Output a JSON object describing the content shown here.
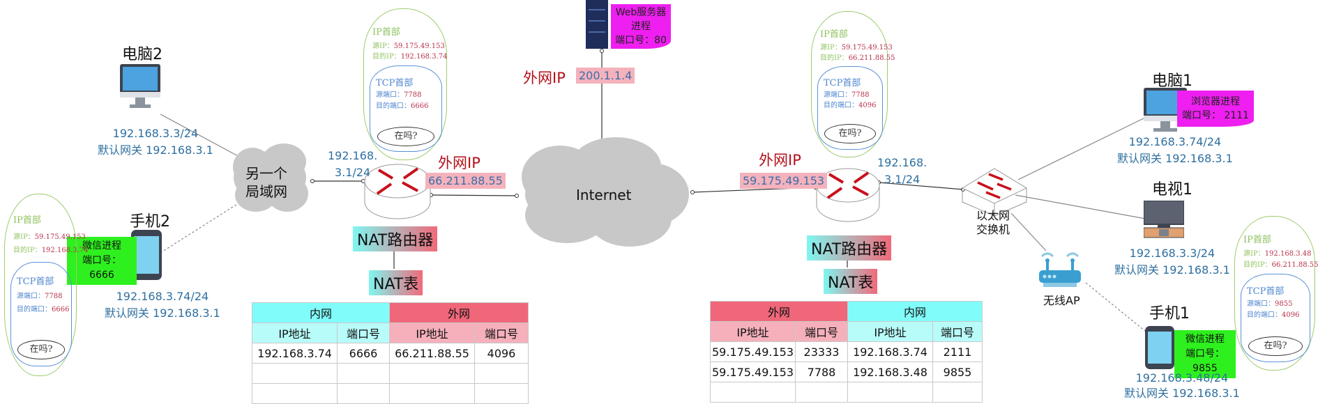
{
  "server": {
    "process": "Web服务器进程",
    "port": "端口号：80",
    "wan_label": "外网IP",
    "wan_ip": "200.1.1.4"
  },
  "internet": {
    "label": "Internet"
  },
  "left_lan": {
    "cloud_label_1": "另一个",
    "cloud_label_2": "局域网"
  },
  "pc2": {
    "name": "电脑2",
    "ip": "192.168.3.3/24",
    "gateway": "默认网关 192.168.3.1"
  },
  "phone2": {
    "name": "手机2",
    "process": "微信进程",
    "port": "端口号：6666",
    "ip": "192.168.3.74/24",
    "gateway": "默认网关 192.168.3.1"
  },
  "router_left": {
    "lan_ip_1": "192.168.",
    "lan_ip_2": "3.1/24",
    "wan_label": "外网IP",
    "wan_ip": "66.211.88.55",
    "name": "NAT路由器",
    "table_label": "NAT表"
  },
  "router_right": {
    "lan_ip_1": "192.168.",
    "lan_ip_2": "3.1/24",
    "wan_label": "外网IP",
    "wan_ip": "59.175.49.153",
    "name": "NAT路由器",
    "table_label": "NAT表"
  },
  "nat_left": {
    "inner": "内网",
    "outer": "外网",
    "ip_col": "IP地址",
    "port_col": "端口号",
    "rows": [
      [
        "192.168.3.74",
        "6666",
        "66.211.88.55",
        "4096"
      ],
      [
        "",
        "",
        "",
        ""
      ],
      [
        "",
        "",
        "",
        ""
      ]
    ]
  },
  "nat_right": {
    "inner": "内网",
    "outer": "外网",
    "ip_col": "IP地址",
    "port_col": "端口号",
    "rows": [
      [
        "59.175.49.153",
        "23333",
        "192.168.3.74",
        "2111"
      ],
      [
        "59.175.49.153",
        "7788",
        "192.168.3.48",
        "9855"
      ],
      [
        "",
        "",
        "",
        ""
      ]
    ]
  },
  "switch": {
    "label_1": "以太网",
    "label_2": "交换机"
  },
  "ap": {
    "label": "无线AP"
  },
  "pc1": {
    "name": "电脑1",
    "process": "浏览器进程",
    "port": "端口号：  2111",
    "ip": "192.168.3.74/24",
    "gateway": "默认网关 192.168.3.1"
  },
  "tv1": {
    "name": "电视1",
    "ip": "192.168.3.3/24",
    "gateway": "默认网关 192.168.3.1"
  },
  "phone1": {
    "name": "手机1",
    "process": "微信进程",
    "port": "端口号：  9855",
    "ip": "192.168.3.48/24",
    "gateway": "默认网关 192.168.3.1"
  },
  "notes": [
    {
      "ip_hdr": "IP首部",
      "src_ip_label": "源IP：",
      "src_ip": "59.175.49.153",
      "dst_ip_label": "目的IP：",
      "dst_ip": "192.168.3.74",
      "tcp_hdr": "TCP首部",
      "src_port_label": "源端口：",
      "src_port": "7788",
      "dst_port_label": "目的端口：",
      "dst_port": "6666",
      "msg": "在吗?"
    },
    {
      "ip_hdr": "IP首部",
      "src_ip_label": "源IP：",
      "src_ip": "59.175.49.153",
      "dst_ip_label": "目的IP：",
      "dst_ip": "66.211.88.55",
      "tcp_hdr": "TCP首部",
      "src_port_label": "源端口：",
      "src_port": "7788",
      "dst_port_label": "目的端口：",
      "dst_port": "4096",
      "msg": "在吗?"
    },
    {
      "ip_hdr": "IP首部",
      "src_ip_label": "源IP：",
      "src_ip": "59.175.49.153",
      "dst_ip_label": "目的IP：",
      "dst_ip": "192.168.3.74",
      "tcp_hdr": "TCP首部",
      "src_port_label": "源端口：",
      "src_port": "7788",
      "dst_port_label": "目的端口：",
      "dst_port": "6666",
      "msg": "在吗?"
    },
    {
      "ip_hdr": "IP首部",
      "src_ip_label": "源IP：",
      "src_ip": "192.168.3.48",
      "dst_ip_label": "目的IP：",
      "dst_ip": "66.211.88.55",
      "tcp_hdr": "TCP首部",
      "src_port_label": "源端口：",
      "src_port": "9855",
      "dst_port_label": "目的端口：",
      "dst_port": "4096",
      "msg": "在吗?"
    }
  ],
  "colors": {
    "inner_header": "#80fdfb",
    "outer_header": "#f0677a",
    "wan_label": "#b3101a",
    "ip_text": "#2e6fa0",
    "process_magenta": "#ee1ff0",
    "process_green": "#2ef01e"
  }
}
